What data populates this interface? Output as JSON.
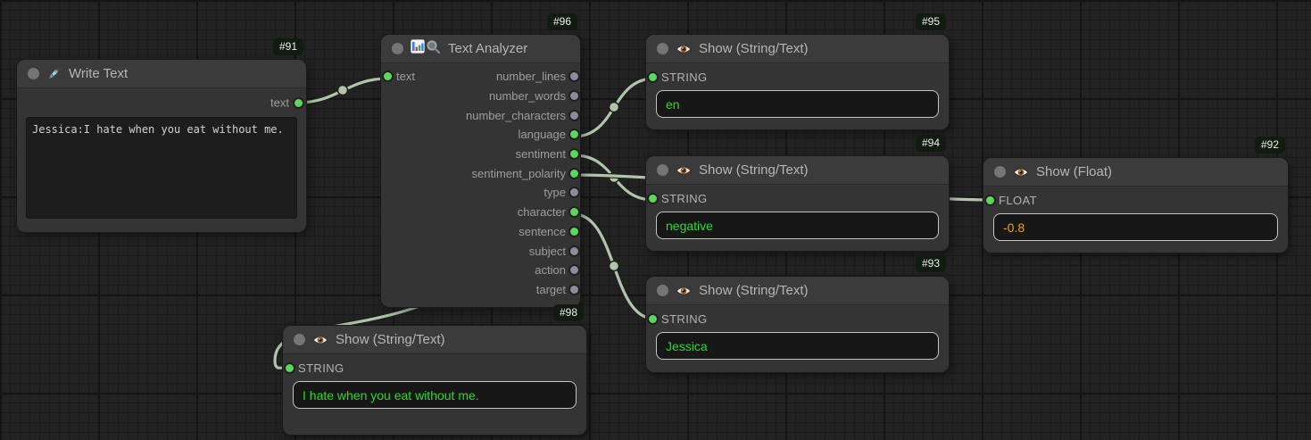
{
  "colors": {
    "value_green": "#2bd82b",
    "value_orange": "#efa020",
    "wire": "#b2c4ac",
    "port_connected": "#5cd65c",
    "port_idle": "#8b8b9d",
    "badge_bg": "#111c11"
  },
  "nodes": [
    {
      "id": "#91",
      "title": "Write Text",
      "icon": "fountain-pen-icon",
      "output": {
        "label": "text",
        "connected": true
      },
      "textarea_value": "Jessica:I hate when you eat without me."
    },
    {
      "id": "#96",
      "title": "Text Analyzer",
      "icons": [
        "bar-chart-icon",
        "magnifier-icon"
      ],
      "input": {
        "label": "text",
        "connected": true
      },
      "outputs": [
        {
          "label": "number_lines",
          "connected": false
        },
        {
          "label": "number_words",
          "connected": false
        },
        {
          "label": "number_characters",
          "connected": false
        },
        {
          "label": "language",
          "connected": true
        },
        {
          "label": "sentiment",
          "connected": true
        },
        {
          "label": "sentiment_polarity",
          "connected": true
        },
        {
          "label": "type",
          "connected": false
        },
        {
          "label": "character",
          "connected": true
        },
        {
          "label": "sentence",
          "connected": true
        },
        {
          "label": "subject",
          "connected": false
        },
        {
          "label": "action",
          "connected": false
        },
        {
          "label": "target",
          "connected": false
        }
      ]
    },
    {
      "id": "#95",
      "title": "Show (String/Text)",
      "icon": "eye-icon",
      "input": {
        "label": "STRING",
        "connected": true
      },
      "value": "en",
      "value_color": "green"
    },
    {
      "id": "#94",
      "title": "Show (String/Text)",
      "icon": "eye-icon",
      "input": {
        "label": "STRING",
        "connected": true
      },
      "value": "negative",
      "value_color": "green"
    },
    {
      "id": "#92",
      "title": "Show (Float)",
      "icon": "eye-icon",
      "input": {
        "label": "FLOAT",
        "connected": true
      },
      "value": "-0.8",
      "value_color": "orange"
    },
    {
      "id": "#93",
      "title": "Show (String/Text)",
      "icon": "eye-icon",
      "input": {
        "label": "STRING",
        "connected": true
      },
      "value": "Jessica",
      "value_color": "green"
    },
    {
      "id": "#98",
      "title": "Show (String/Text)",
      "icon": "eye-icon",
      "input": {
        "label": "STRING",
        "connected": true
      },
      "value": "I hate when you eat without me.",
      "value_color": "green"
    }
  ],
  "links": [
    {
      "from": "#91.text",
      "to": "#96.text"
    },
    {
      "from": "#96.language",
      "to": "#95.STRING"
    },
    {
      "from": "#96.sentiment",
      "to": "#94.STRING"
    },
    {
      "from": "#96.sentiment_polarity",
      "to": "#92.FLOAT"
    },
    {
      "from": "#96.character",
      "to": "#93.STRING"
    },
    {
      "from": "#96.sentence",
      "to": "#98.STRING"
    }
  ]
}
